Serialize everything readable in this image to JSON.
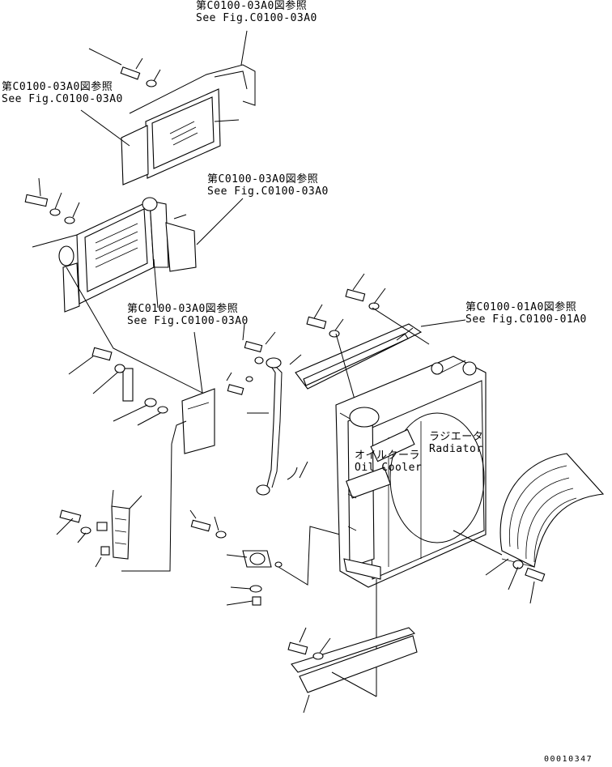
{
  "refs": [
    {
      "jp": "第C0100-03A0図参照",
      "en": "See Fig.C0100-03A0"
    },
    {
      "jp": "第C0100-03A0図参照",
      "en": "See Fig.C0100-03A0"
    },
    {
      "jp": "第C0100-03A0図参照",
      "en": "See Fig.C0100-03A0"
    },
    {
      "jp": "第C0100-01A0図参照",
      "en": "See Fig.C0100-01A0"
    },
    {
      "jp": "第C0100-03A0図参照",
      "en": "See Fig.C0100-03A0"
    }
  ],
  "labels": {
    "oil_cooler_jp": "オイルクーラ",
    "oil_cooler_en": "Oil Cooler",
    "radiator_jp": "ラジエータ",
    "radiator_en": "Radiator"
  },
  "drawing_id": "00010347"
}
